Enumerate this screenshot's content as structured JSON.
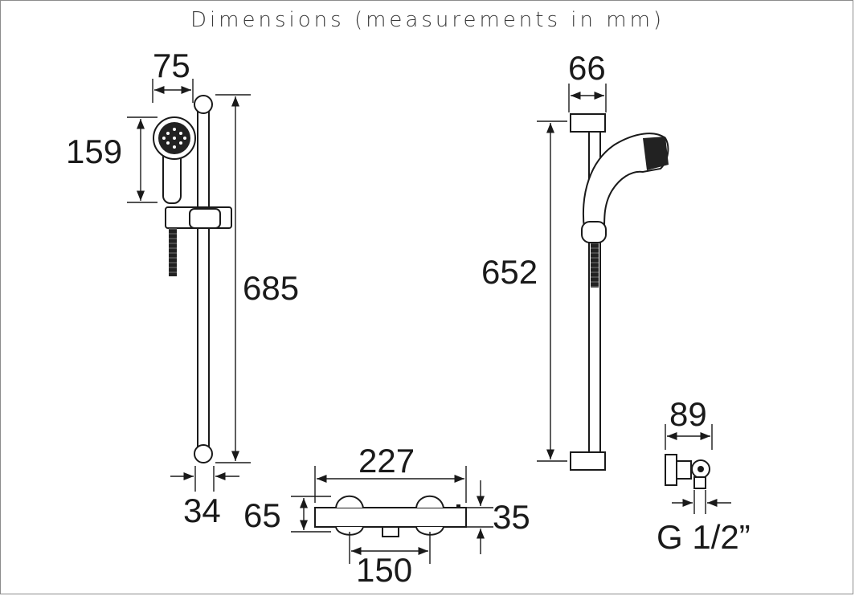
{
  "title": "Dimensions (measurements in mm)",
  "dimensions": {
    "head_width": "75",
    "head_height": "159",
    "rail_length_front": "685",
    "rail_diameter": "34",
    "rail_length_side": "652",
    "bracket_depth": "66",
    "valve_width": "227",
    "valve_height": "65",
    "valve_depth": "35",
    "inlet_centres": "150",
    "elbow_depth": "89",
    "thread": "G 1/2”"
  }
}
